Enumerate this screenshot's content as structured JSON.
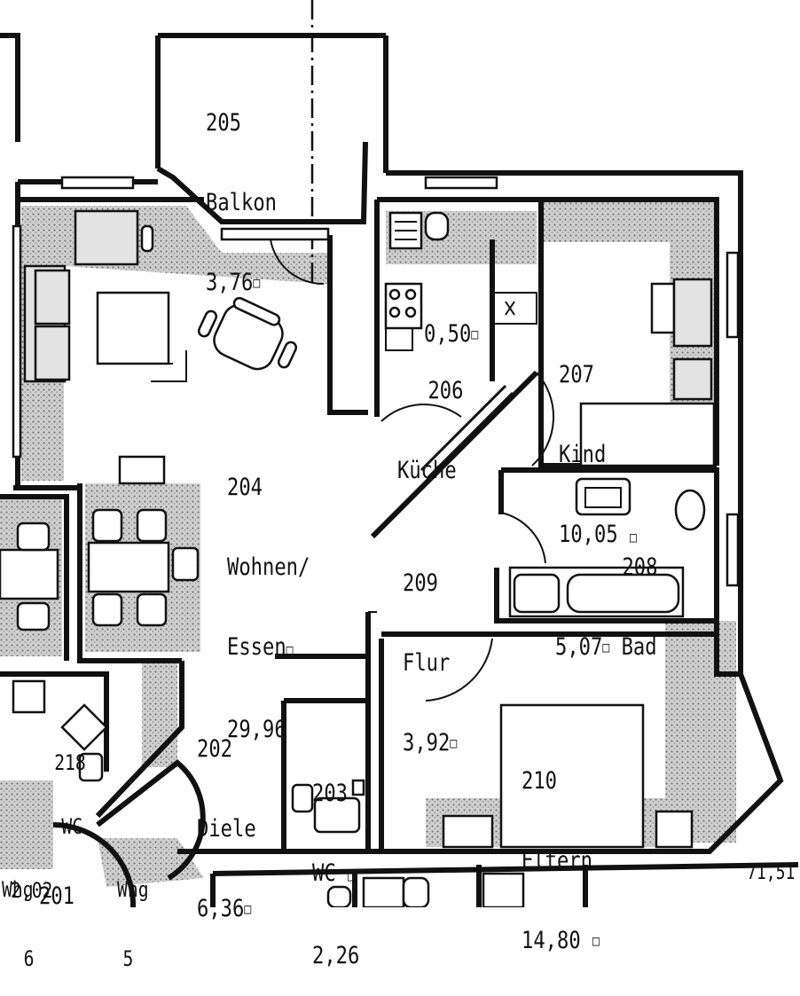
{
  "rooms": {
    "balkon": {
      "number": "205",
      "name": "Balkon",
      "area": "3,76"
    },
    "wohnen": {
      "number": "204",
      "name": "Wohnen/",
      "name2": "Essen",
      "area": "29,96"
    },
    "kueche": {
      "number": "206",
      "name": "Küche",
      "area": "0,50"
    },
    "kind": {
      "number": "207",
      "name": "Kind",
      "area": "10,05"
    },
    "bad": {
      "number": "208",
      "name": "Bad",
      "area": "5,07"
    },
    "flur": {
      "number": "209",
      "name": "Flur",
      "area": "3,92"
    },
    "diele": {
      "number": "202",
      "name": "Diele",
      "area": "6,36"
    },
    "wc": {
      "number": "203",
      "name": "WC",
      "area": "2,26"
    },
    "eltern": {
      "number": "210",
      "name": "Eltern",
      "area": "14,80"
    }
  },
  "neighbors": {
    "left_room": {
      "number": "218",
      "name": "WC",
      "area": "2,02"
    },
    "whg6": {
      "name": "Whg",
      "number": "6"
    },
    "whg5": {
      "name": "Whg",
      "number": "5"
    },
    "bottom_number": "201",
    "dimension": "71,51"
  },
  "symbols": {
    "area_mark": "□"
  }
}
